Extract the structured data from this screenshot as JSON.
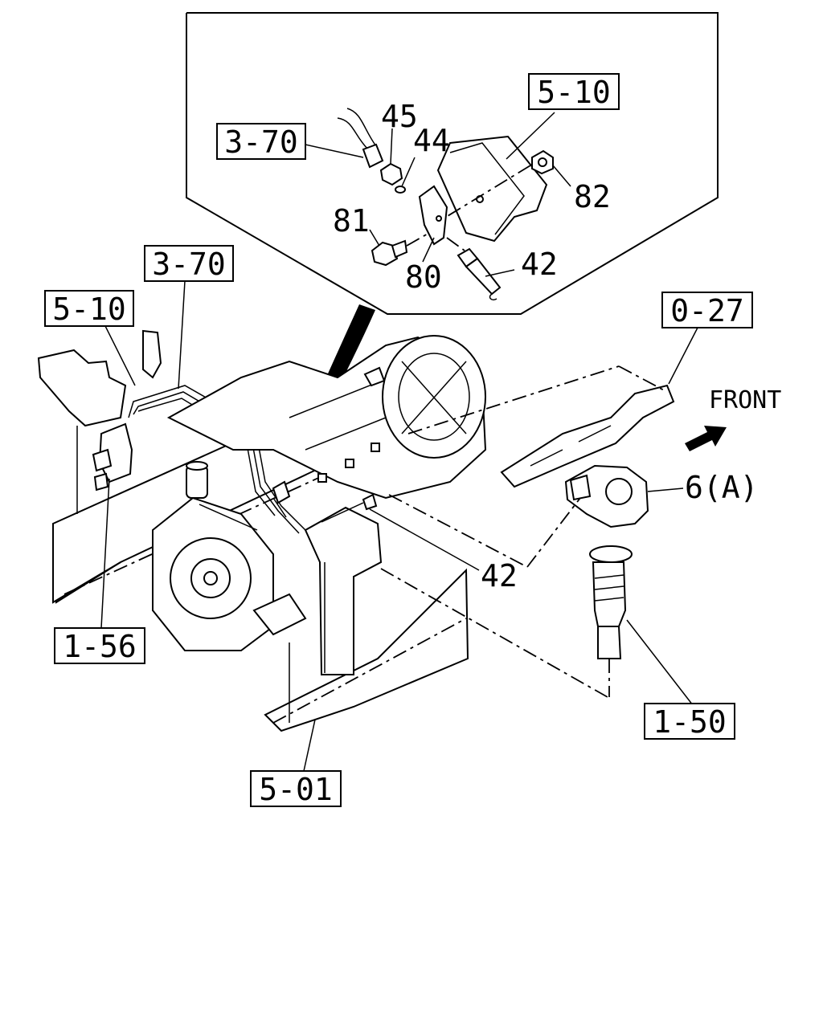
{
  "callouts": {
    "inset_3_70": "3-70",
    "inset_5_10": "5-10",
    "main_3_70": "3-70",
    "main_5_10": "5-10",
    "main_0_27": "0-27",
    "main_1_56": "1-56",
    "main_1_50": "1-50",
    "main_5_01": "5-01"
  },
  "part_numbers": {
    "p45": "45",
    "p44": "44",
    "p82": "82",
    "p81": "81",
    "p80": "80",
    "p42_inset": "42",
    "p42_main": "42",
    "p6a": "6(A)"
  },
  "front_label": "FRONT",
  "icons": {
    "front_arrow": "arrow-icon"
  }
}
